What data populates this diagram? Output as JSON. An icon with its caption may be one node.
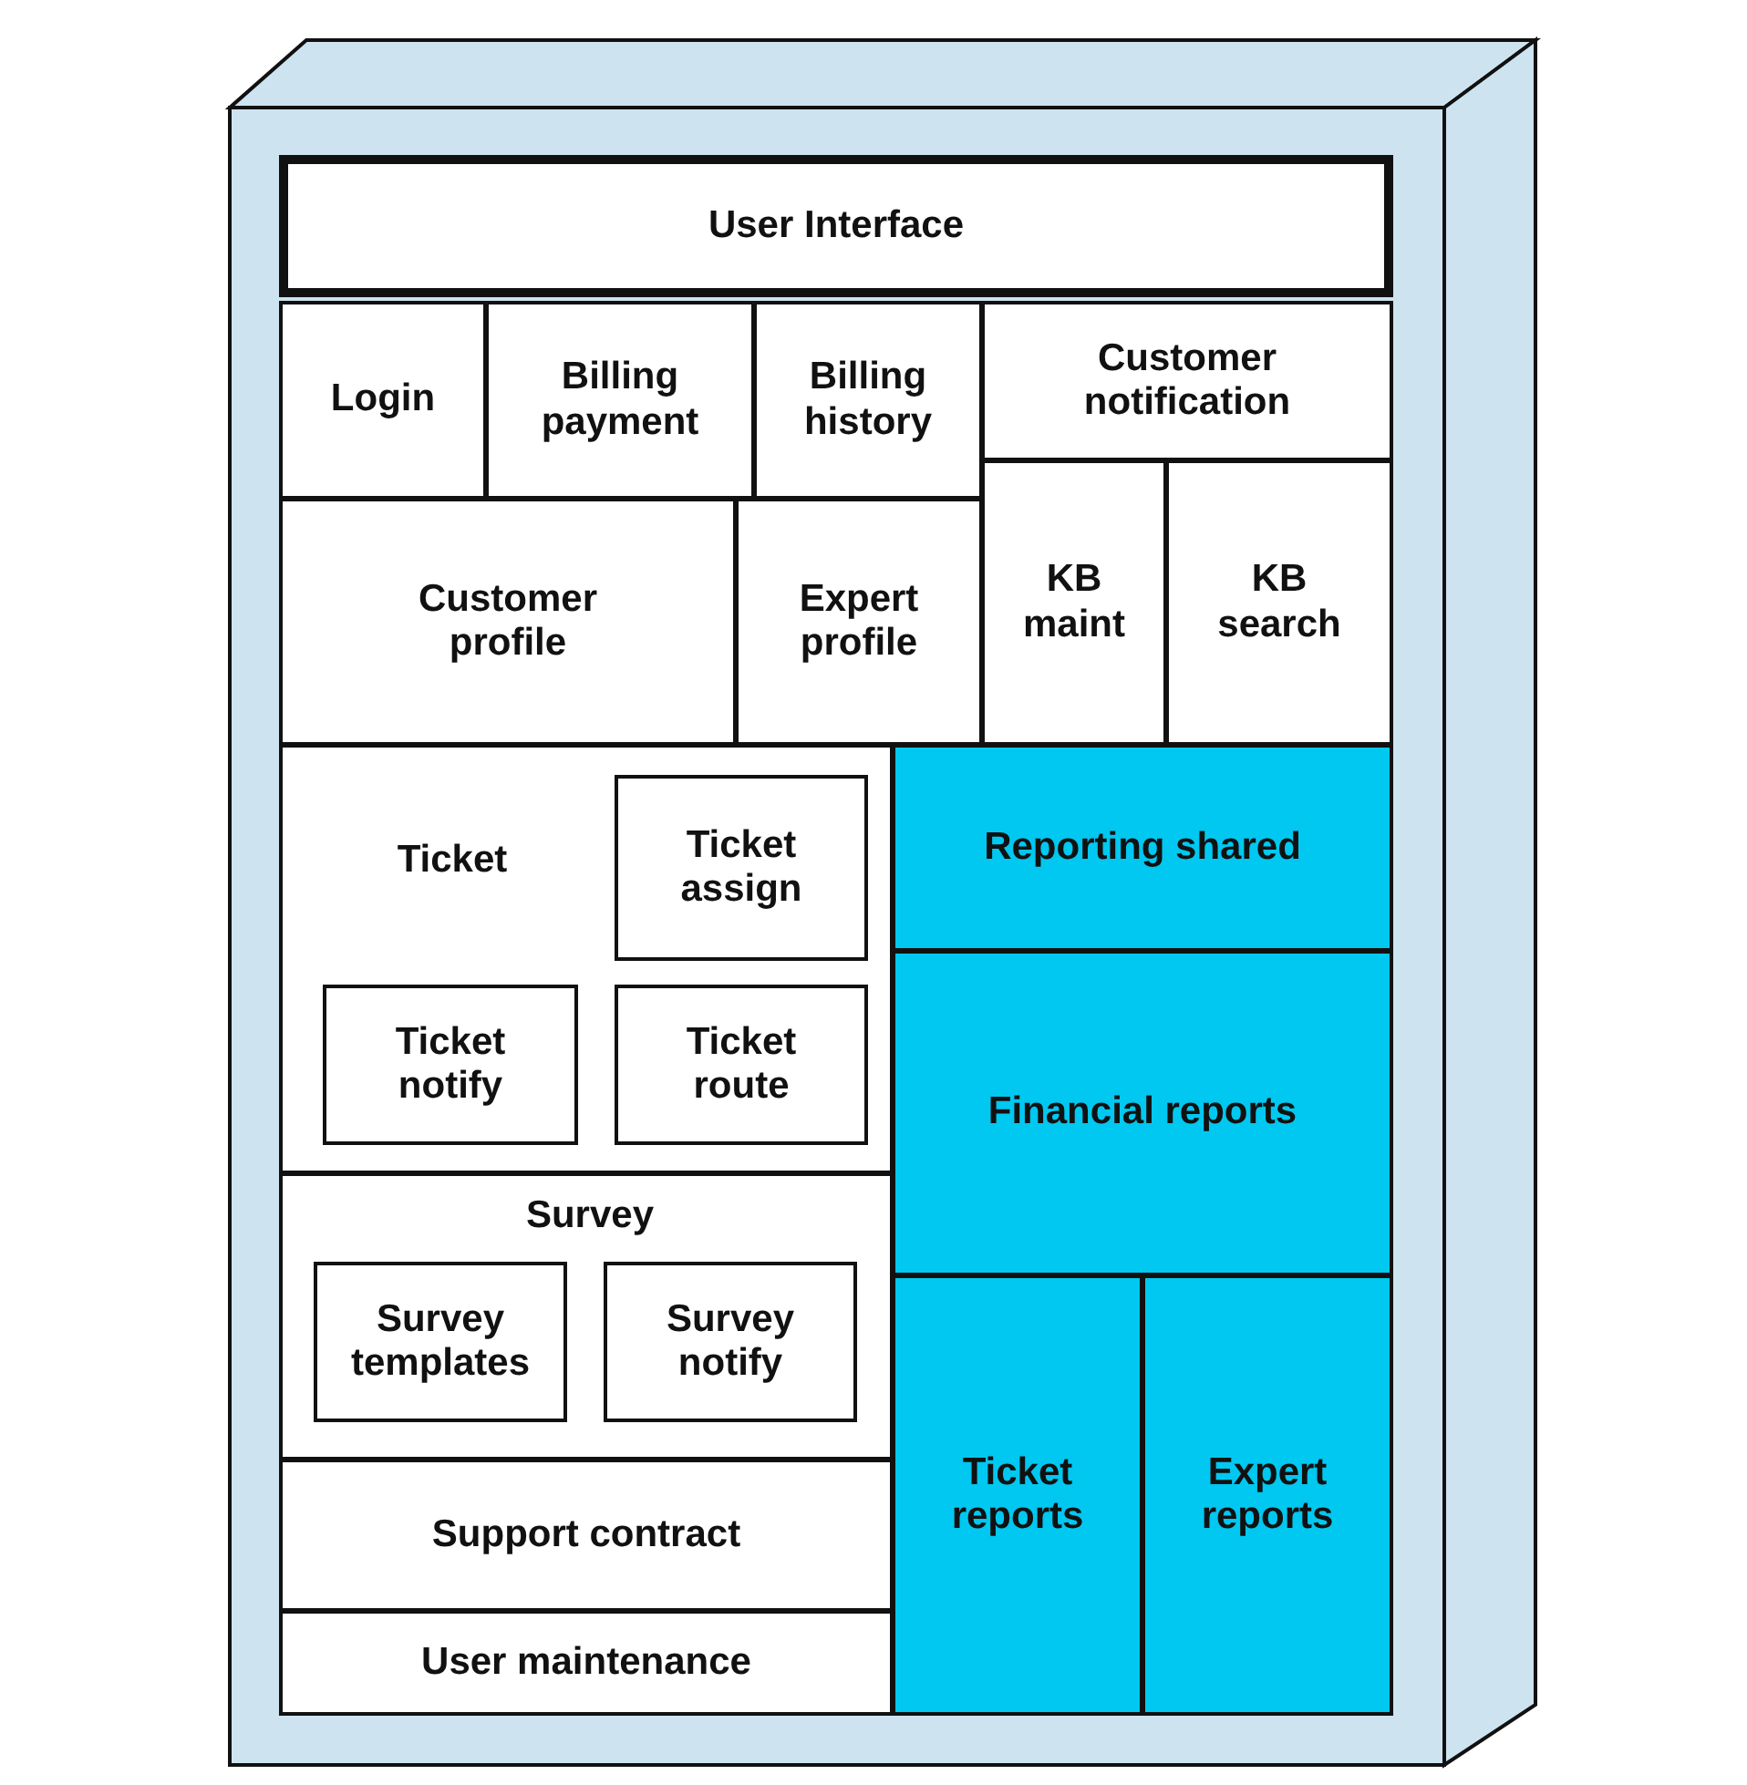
{
  "diagram": {
    "nodes": [
      {
        "text": [
          "User Interface"
        ]
      },
      {
        "text": [
          "Login"
        ]
      },
      {
        "text": [
          "Billing payment"
        ]
      },
      {
        "text": [
          "Billing history"
        ]
      },
      {
        "text": [
          "Customer notification"
        ]
      },
      {
        "text": [
          "Customer profile"
        ]
      },
      {
        "text": [
          "Expert profile"
        ]
      },
      {
        "text": [
          "KB maint"
        ]
      },
      {
        "text": [
          "KB search"
        ]
      },
      {
        "text": [
          "Ticket"
        ]
      },
      {
        "text": [
          "Ticket assign"
        ],
        "in": 9
      },
      {
        "text": [
          "Ticket notify"
        ],
        "in": 9
      },
      {
        "text": [
          "Ticket route"
        ],
        "in": 9
      },
      {
        "text": [
          "Reporting shared"
        ]
      },
      {
        "text": [
          "Financial reports"
        ]
      },
      {
        "text": [
          "Survey"
        ]
      },
      {
        "text": [
          "Survey templates"
        ],
        "in": 15
      },
      {
        "text": [
          "Survey notify"
        ],
        "in": 15
      },
      {
        "text": [
          "Support contract"
        ]
      },
      {
        "text": [
          "User maintenance"
        ]
      },
      {
        "text": [
          "Ticket reports"
        ]
      },
      {
        "text": [
          "Expert reports"
        ]
      }
    ],
    "edges": []
  }
}
